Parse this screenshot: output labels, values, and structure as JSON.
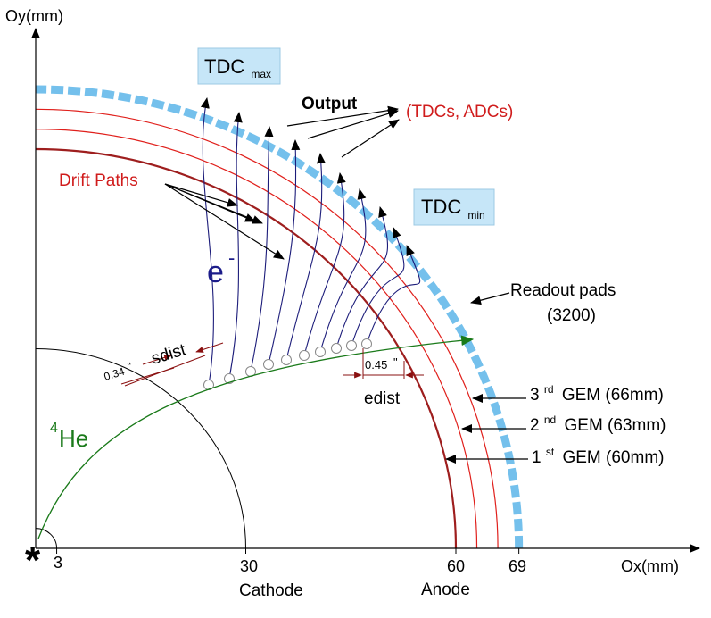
{
  "axes": {
    "y_label": "Oy(mm)",
    "x_label": "Ox(mm)",
    "origin_mark": "*",
    "ticks": [
      {
        "value": 3,
        "label": "3"
      },
      {
        "value": 30,
        "label": "30"
      },
      {
        "value": 60,
        "label": "60"
      },
      {
        "value": 69,
        "label": "69"
      }
    ]
  },
  "radii_mm": {
    "origin_marker": 3,
    "cathode": 30,
    "gem1": 60,
    "gem2": 63,
    "gem3": 66,
    "readout": 69
  },
  "labels": {
    "cathode": "Cathode",
    "anode": "Anode",
    "drift_paths": "Drift Paths",
    "electron": "e",
    "electron_sup": "-",
    "helium_sup": "4",
    "helium": "He",
    "sdist": "sdist",
    "sdist_value": "0.34",
    "sdist_unit": "\"",
    "edist": "edist",
    "edist_value": "0.45",
    "edist_unit": "\"",
    "output": "Output",
    "output_detail": "(TDCs, ADCs)",
    "readout_pads": "Readout pads",
    "readout_count": "(3200)",
    "tdc_max_main": "TDC",
    "tdc_max_sub": "max",
    "tdc_min_main": "TDC",
    "tdc_min_sub": "min"
  },
  "gems": [
    {
      "ord": "3",
      "sup": "rd",
      "text": "GEM (66mm)"
    },
    {
      "ord": "2",
      "sup": "nd",
      "text": "GEM (63mm)"
    },
    {
      "ord": "1",
      "sup": "st",
      "text": "GEM (60mm)"
    }
  ],
  "colors": {
    "axis": "#000000",
    "gem_ring": "#e0201c",
    "anode_ring": "#9e1e1e",
    "readout": "#74c0ec",
    "drift": "#1c1c7a",
    "track": "#1a7a1a",
    "red_text": "#d01c1c",
    "blue_text": "#1c1c8a",
    "dimension": "#8a1010"
  }
}
